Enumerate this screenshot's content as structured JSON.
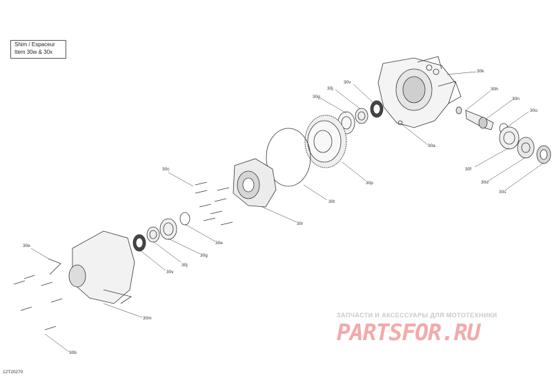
{
  "legend": {
    "line1": "Shim / Espaceur",
    "line2": "Item 30w & 30x"
  },
  "callouts": {
    "c30k": "30k",
    "c30h": "30h",
    "c30n": "30n",
    "c30u": "30u",
    "c30a": "30a",
    "c30f": "30f",
    "c30d": "30d",
    "c30s": "30s",
    "c30v_top": "30v",
    "c30j_top": "30j",
    "c30g_top": "30g",
    "c30p": "30p",
    "c30t": "30t",
    "c30c": "30c",
    "c30r": "30r",
    "c30e": "30e",
    "c30g_mid": "30g",
    "c30j_mid": "30j",
    "c30v_mid": "30v",
    "c30e_left": "30e",
    "c30m": "30m",
    "c30b": "30b"
  },
  "drawing_code": "12T20270",
  "watermark": {
    "tagline": "ЗАПЧАСТИ И АКСЕССУАРЫ ДЛЯ МОТОТЕХНИКИ",
    "logo": "PARTSFOR.RU",
    "color": "#f3aaaa"
  }
}
